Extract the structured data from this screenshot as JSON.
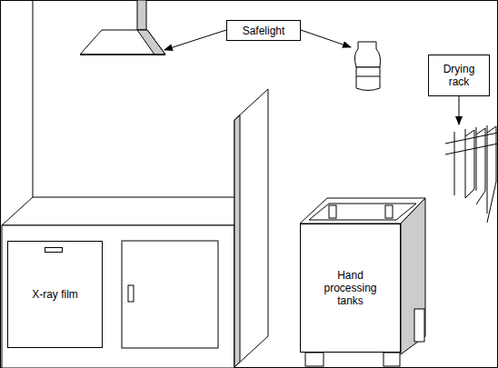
{
  "diagram": {
    "nodes": [
      {
        "text": [
          "Safelight"
        ]
      },
      {
        "text": [
          "Drying rack"
        ]
      },
      {
        "text": [
          "X-ray film"
        ]
      },
      {
        "text": [
          "Hand processing tanks"
        ]
      }
    ]
  }
}
